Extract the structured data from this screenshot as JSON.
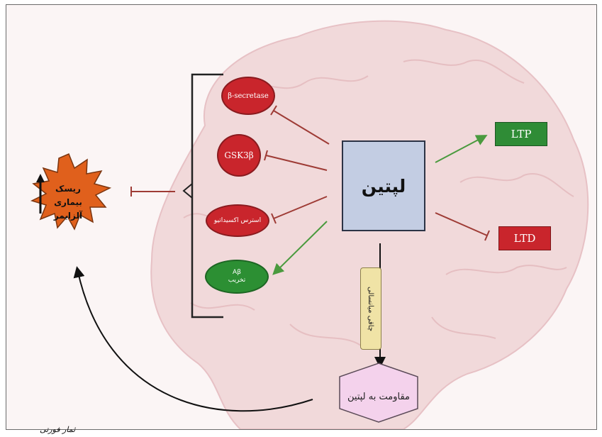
{
  "leptin": "لپتین",
  "ovals": {
    "beta_secretase": "β-secretase",
    "gsk3b": "GSK3β",
    "oxidative_stress": "استرس اکسیداتیو",
    "abeta_top": "Aβ",
    "abeta_bottom": "تخریب"
  },
  "ltp": "LTP",
  "ltd": "LTD",
  "obesity_midlife": "چاقی میانسالی",
  "leptin_resistance": "مقاومت به لپتین",
  "risk": {
    "line1": "ریسک",
    "line2": "بیماری",
    "line3": "آلزایمر"
  },
  "signature": "ثمار فورتی",
  "colors": {
    "inhibit": "#9e3b35",
    "activate": "#4a9a3e",
    "brain": "#f0d6d8"
  }
}
